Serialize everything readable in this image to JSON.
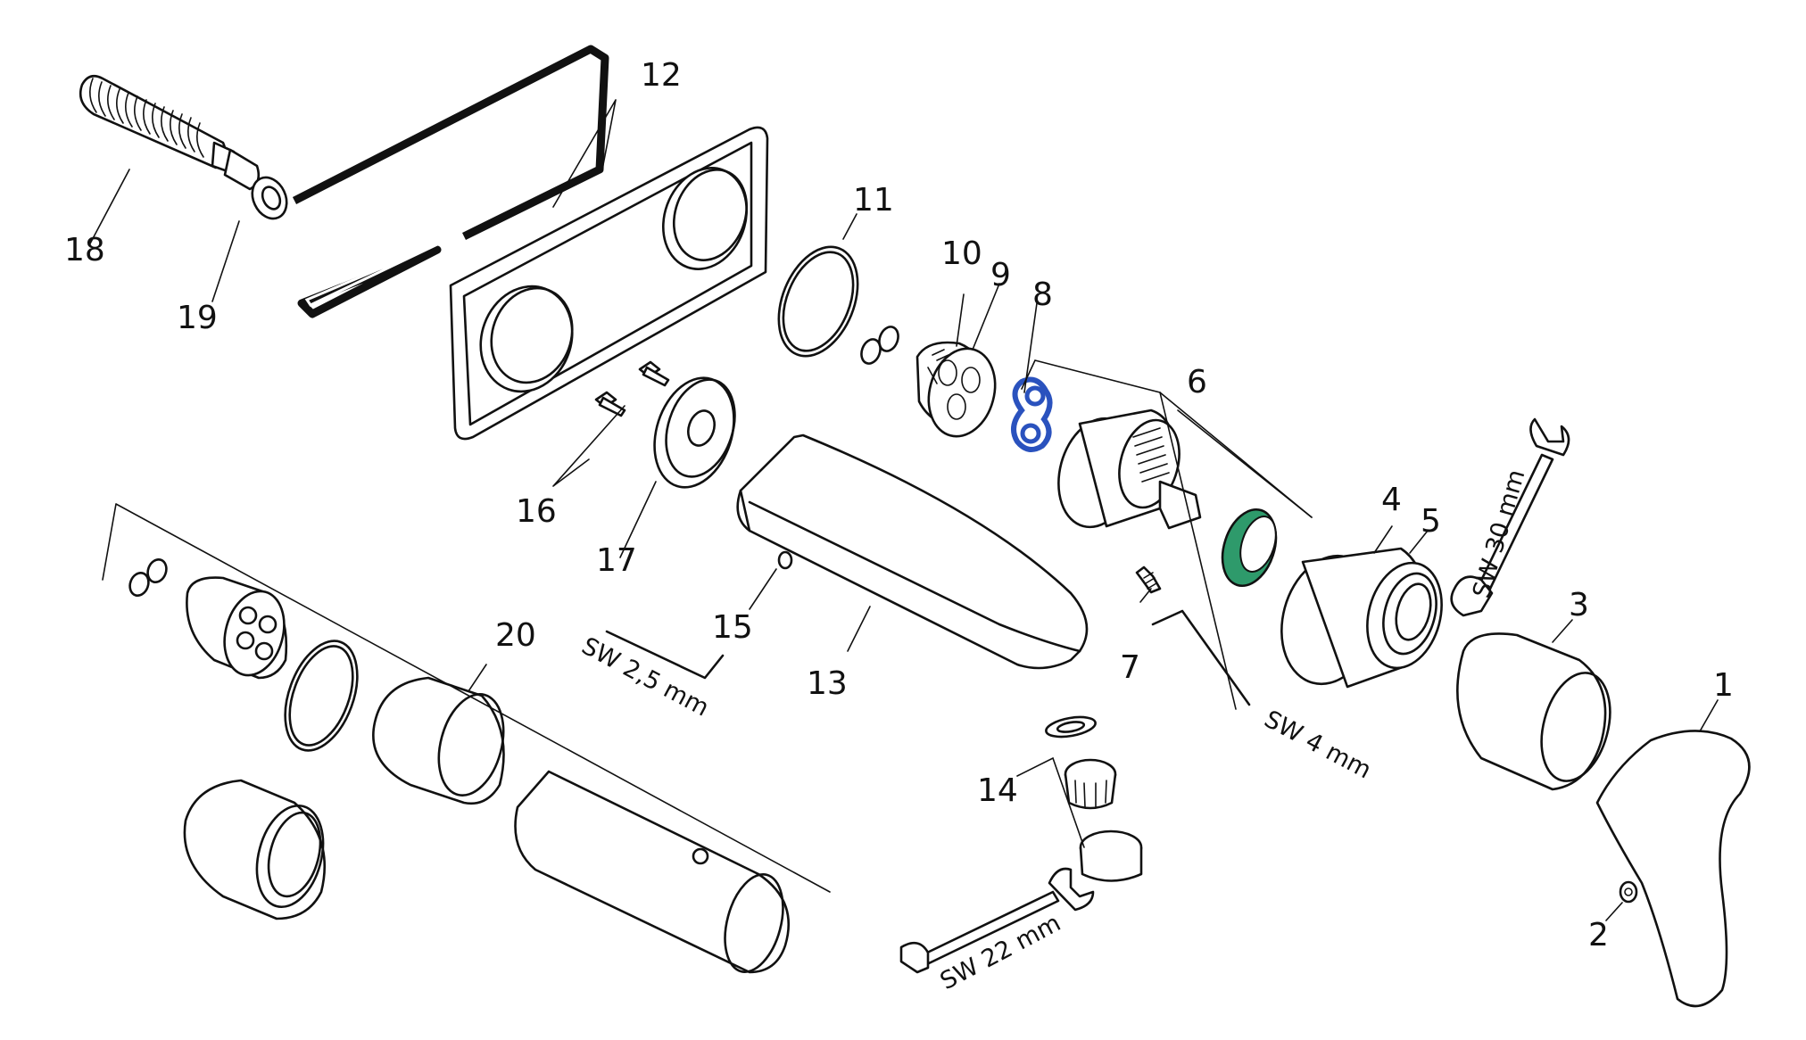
{
  "colors": {
    "line": "#111111",
    "blue_seal": "#2a52be",
    "green_ring": "#2e9a6b"
  },
  "parts": [
    {
      "num": "1"
    },
    {
      "num": "2"
    },
    {
      "num": "3"
    },
    {
      "num": "4"
    },
    {
      "num": "5"
    },
    {
      "num": "6"
    },
    {
      "num": "7"
    },
    {
      "num": "8"
    },
    {
      "num": "9"
    },
    {
      "num": "10"
    },
    {
      "num": "11"
    },
    {
      "num": "12"
    },
    {
      "num": "13"
    },
    {
      "num": "14"
    },
    {
      "num": "15"
    },
    {
      "num": "16"
    },
    {
      "num": "17"
    },
    {
      "num": "18"
    },
    {
      "num": "19"
    },
    {
      "num": "20"
    }
  ],
  "tools": {
    "wrench_30": "SW 30 mm",
    "wrench_22": "SW 22 mm",
    "hex_4": "SW 4 mm",
    "hex_2_5": "SW 2,5 mm"
  }
}
